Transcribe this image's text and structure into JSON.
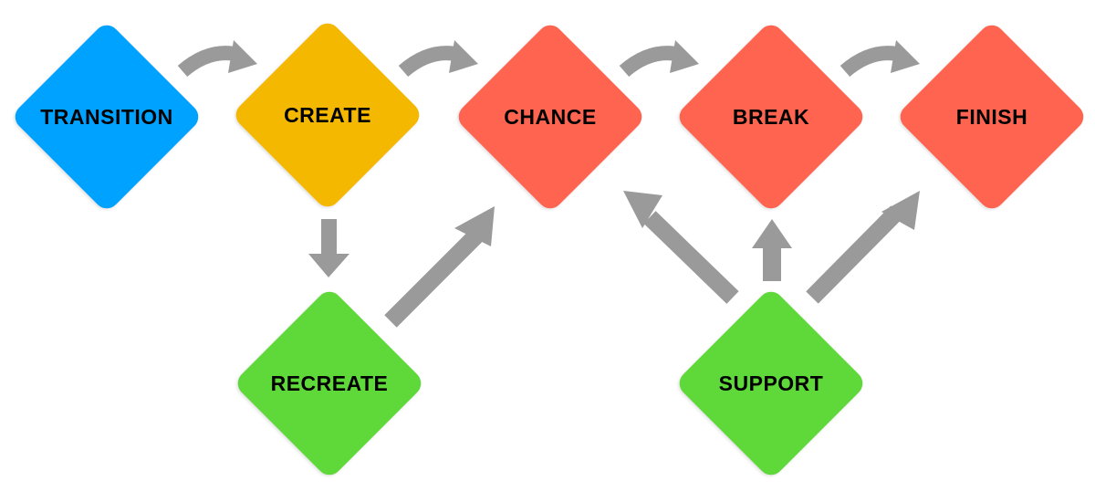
{
  "colors": {
    "start": "#00a2ff",
    "create": "#f5b800",
    "problem": "#ff6450",
    "helper": "#5fd83a",
    "arrow": "#9a9a9a"
  },
  "nodes": {
    "transition": {
      "label": "TRANSITION",
      "color": "#00a2ff"
    },
    "create": {
      "label": "CREATE",
      "color": "#f5b800"
    },
    "chance": {
      "label": "CHANCE",
      "color": "#ff6450"
    },
    "break": {
      "label": "BREAK",
      "color": "#ff6450"
    },
    "finish": {
      "label": "FINISH",
      "color": "#ff6450"
    },
    "recreate": {
      "label": "RECREATE",
      "color": "#5fd83a"
    },
    "support": {
      "label": "SUPPORT",
      "color": "#5fd83a"
    }
  },
  "edges": [
    {
      "from": "transition",
      "to": "create",
      "style": "curved"
    },
    {
      "from": "create",
      "to": "chance",
      "style": "curved"
    },
    {
      "from": "chance",
      "to": "break",
      "style": "curved"
    },
    {
      "from": "break",
      "to": "finish",
      "style": "curved"
    },
    {
      "from": "create",
      "to": "recreate",
      "style": "straight"
    },
    {
      "from": "recreate",
      "to": "chance",
      "style": "straight"
    },
    {
      "from": "support",
      "to": "chance",
      "style": "straight"
    },
    {
      "from": "support",
      "to": "break",
      "style": "straight"
    },
    {
      "from": "support",
      "to": "finish",
      "style": "straight"
    }
  ]
}
